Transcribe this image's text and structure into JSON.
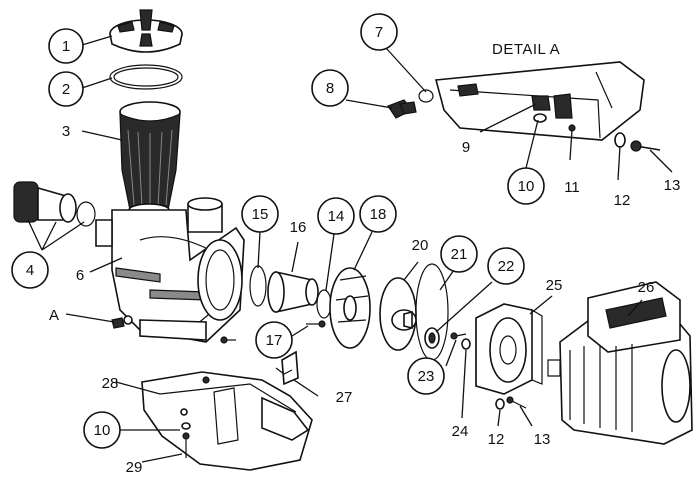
{
  "diagram": {
    "detail_title": "DETAIL A",
    "callouts": [
      {
        "id": "c1",
        "text": "1"
      },
      {
        "id": "c2",
        "text": "2"
      },
      {
        "id": "c3",
        "text": "3"
      },
      {
        "id": "c4",
        "text": "4"
      },
      {
        "id": "c6",
        "text": "6"
      },
      {
        "id": "cA",
        "text": "A"
      },
      {
        "id": "c7",
        "text": "7"
      },
      {
        "id": "c8",
        "text": "8"
      },
      {
        "id": "c9",
        "text": "9"
      },
      {
        "id": "c10a",
        "text": "10"
      },
      {
        "id": "c11",
        "text": "11"
      },
      {
        "id": "c12a",
        "text": "12"
      },
      {
        "id": "c13a",
        "text": "13"
      },
      {
        "id": "c15",
        "text": "15"
      },
      {
        "id": "c16",
        "text": "16"
      },
      {
        "id": "c14",
        "text": "14"
      },
      {
        "id": "c18",
        "text": "18"
      },
      {
        "id": "c17",
        "text": "17"
      },
      {
        "id": "c20",
        "text": "20"
      },
      {
        "id": "c21",
        "text": "21"
      },
      {
        "id": "c22",
        "text": "22"
      },
      {
        "id": "c23",
        "text": "23"
      },
      {
        "id": "c24",
        "text": "24"
      },
      {
        "id": "c25",
        "text": "25"
      },
      {
        "id": "c26",
        "text": "26"
      },
      {
        "id": "c12b",
        "text": "12"
      },
      {
        "id": "c13b",
        "text": "13"
      },
      {
        "id": "c27",
        "text": "27"
      },
      {
        "id": "c28",
        "text": "28"
      },
      {
        "id": "c10b",
        "text": "10"
      },
      {
        "id": "c29",
        "text": "29"
      }
    ]
  }
}
